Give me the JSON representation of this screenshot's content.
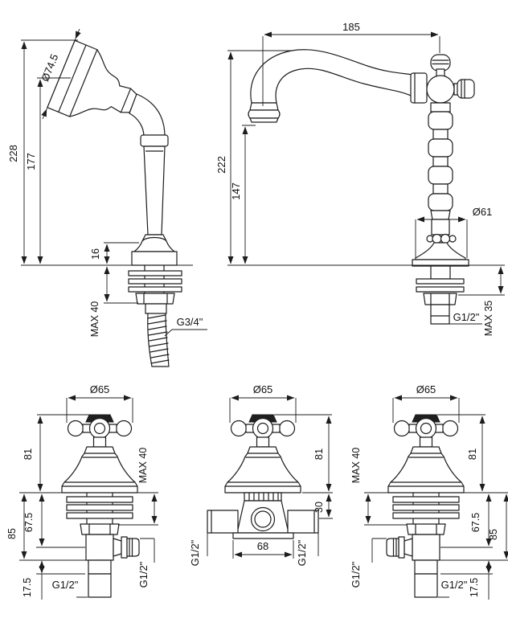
{
  "title": "faucet-set-technical-drawing",
  "labels": {
    "hand_shower": {
      "height_total": "228",
      "height_to_head": "177",
      "head_diameter": "Ø74.5",
      "base_height": "16",
      "max_mount": "MAX 40",
      "thread": "G3/4\""
    },
    "spout": {
      "reach": "185",
      "height_total": "222",
      "height_outlet": "147",
      "base_diameter": "Ø61",
      "thread": "G1/2\"",
      "max_mount": "MAX 35"
    },
    "valve_left": {
      "handle_diameter": "Ø65",
      "height": "81",
      "max_mount": "MAX 40",
      "depth_outlet": "67.5",
      "depth_total": "85",
      "thread_length": "17.5",
      "thread_bottom": "G1/2\"",
      "thread_side": "G1/2\""
    },
    "diverter": {
      "handle_diameter": "Ø65",
      "height": "81",
      "port_offset": "30",
      "body_width": "68",
      "thread_left": "G1/2\"",
      "thread_right": "G1/2\""
    },
    "valve_right": {
      "handle_diameter": "Ø65",
      "height": "81",
      "max_mount": "MAX 40",
      "depth_outlet": "67.5",
      "depth_total": "85",
      "thread_length": "17.5",
      "thread_bottom": "G1/2\"",
      "thread_side": "G1/2\""
    }
  }
}
